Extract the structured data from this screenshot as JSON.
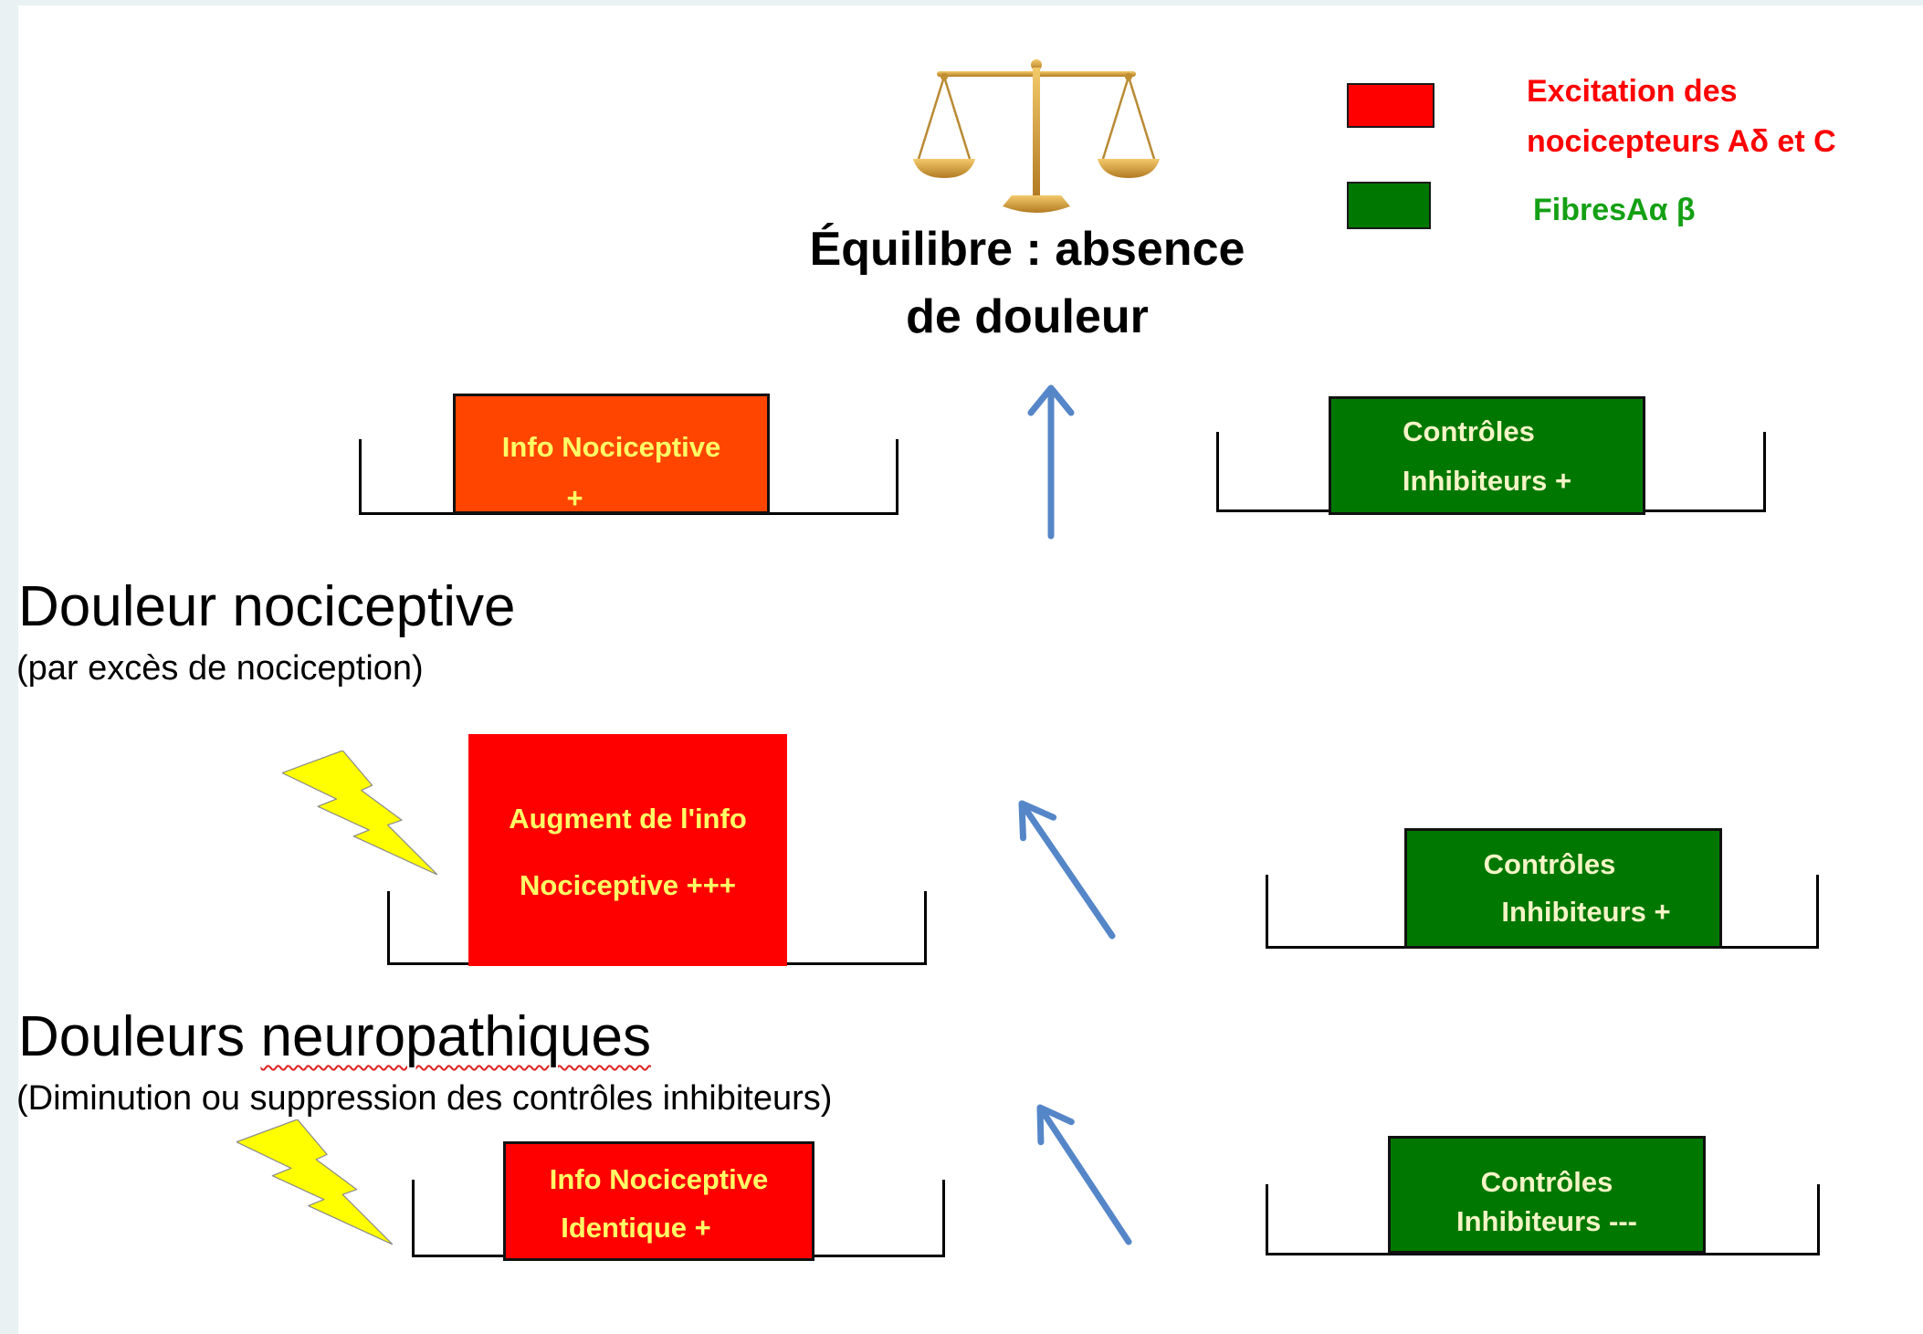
{
  "title": {
    "line1": "Équilibre : absence",
    "line2": "de douleur"
  },
  "legend": [
    {
      "swatch_color": "#ff0000",
      "text_color": "#ff0000",
      "label_line1": "Excitation des",
      "label_line2": "nocicepteurs Aδ et C"
    },
    {
      "swatch_color": "#007800",
      "text_color": "#14a014",
      "label_line1": "FibresAα β"
    }
  ],
  "colors": {
    "nociceptive_info_equilibrium": "#ff4500",
    "nociceptive_info": "#ff0000",
    "inhibitory_controls": "#007800",
    "box_text_warm": "#ffff66",
    "box_text_green": "#f4f4c6",
    "arrow": "#5586c8",
    "lightning": "#ffff00",
    "scale_gold": "#d4a03c"
  },
  "icons": {
    "balance": "scale-icon",
    "stimulus": "lightning-bolt-icon",
    "flow": "arrow-icon"
  },
  "equilibrium": {
    "nociceptive_box": {
      "line1": "Info Nociceptive",
      "line2": "+"
    },
    "inhibitory_box": {
      "line1": "Contrôles",
      "line2": "Inhibiteurs +"
    }
  },
  "nociceptive_pain": {
    "heading": "Douleur nociceptive",
    "subheading": "(par excès de nociception)",
    "nociceptive_box": {
      "line1": "Augment de l'info",
      "line2": "Nociceptive +++"
    },
    "inhibitory_box": {
      "line1": "Contrôles",
      "line2": "Inhibiteurs +"
    }
  },
  "neuropathic_pain": {
    "heading_word1": "Douleurs",
    "heading_word2": "neuropathiques",
    "subheading": "(Diminution ou suppression des contrôles inhibiteurs)",
    "nociceptive_box": {
      "line1": "Info Nociceptive",
      "line2": "Identique +"
    },
    "inhibitory_box": {
      "line1": "Contrôles",
      "line2": "Inhibiteurs ---"
    }
  }
}
